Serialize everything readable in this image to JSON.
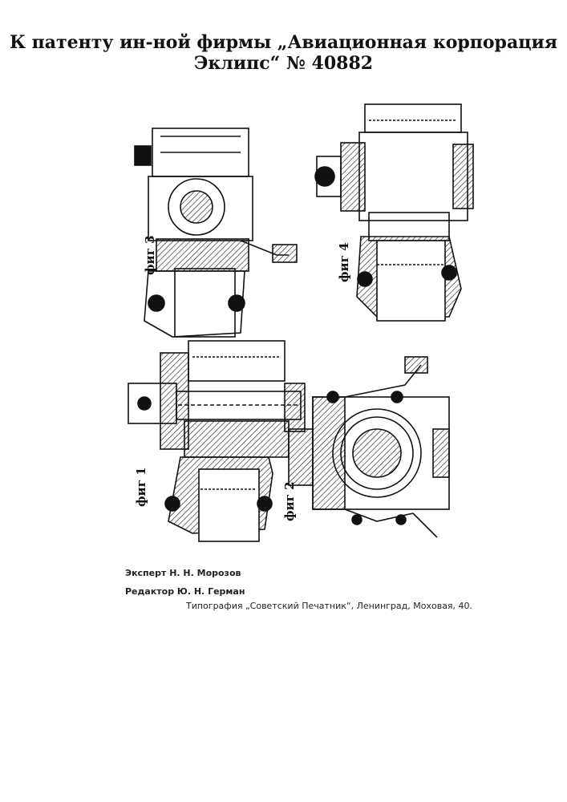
{
  "header": {
    "line1": "К патенту ин-ной фирмы „Авиационная корпорация",
    "line2": "Эклипс“ № 40882"
  },
  "figures": {
    "fig1": "фиг 1",
    "fig2": "фиг 2",
    "fig3": "фиг 3",
    "fig4": "фиг 4"
  },
  "footer": {
    "expert": "Эксперт Н. Н. Морозов",
    "editor": "Редактор Ю. Н. Герман",
    "printer": "Типография „Советский Печатник“, Ленинград, Моховая, 40."
  },
  "colors": {
    "ink": "#111111",
    "paper": "#ffffff"
  }
}
